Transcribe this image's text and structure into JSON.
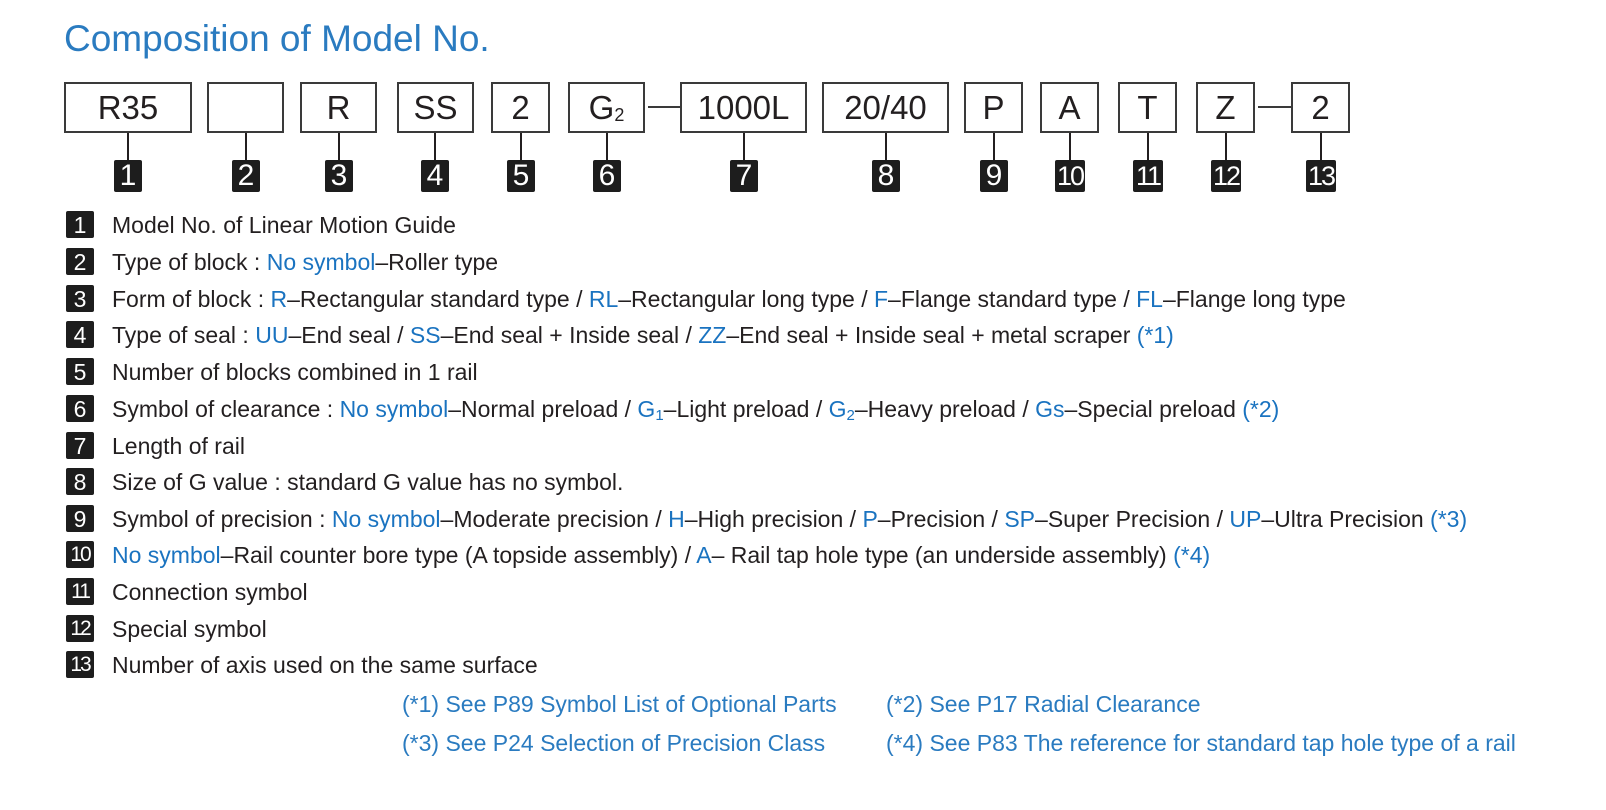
{
  "title": "Composition of Model No.",
  "codes": [
    "R35",
    "",
    "R",
    "SS",
    "2",
    "G2",
    "1000L",
    "20/40",
    "P",
    "A",
    "T",
    "Z",
    "2"
  ],
  "badges": [
    "1",
    "2",
    "3",
    "4",
    "5",
    "6",
    "7",
    "8",
    "9",
    "10",
    "11",
    "12",
    "13"
  ],
  "descriptions": {
    "d1": {
      "a": "Model No. of Linear Motion Guide"
    },
    "d2": {
      "a": "Type of block : ",
      "b": "No symbol",
      "c": "–Roller type"
    },
    "d3": {
      "a": "Form of block : ",
      "b": "R",
      "c": "–Rectangular standard type / ",
      "d": "RL",
      "e": "–Rectangular long type / ",
      "f": "F",
      "g": "–Flange standard type / ",
      "h": "FL",
      "i": "–Flange long type"
    },
    "d4": {
      "a": "Type of seal : ",
      "b": "UU",
      "c": "–End seal / ",
      "d": "SS",
      "e": "–End seal + Inside seal / ",
      "f": "ZZ",
      "g": "–End seal + Inside seal + metal scraper ",
      "h": "(*1)"
    },
    "d5": {
      "a": "Number of blocks combined in 1 rail"
    },
    "d6": {
      "a": "Symbol of clearance : ",
      "b": "No symbol",
      "c": "–Normal preload / ",
      "d": "G",
      "d2": "1",
      "e": "–Light preload / ",
      "f": "G",
      "f2": "2",
      "g": "–Heavy preload / ",
      "h": "Gs",
      "i": "–Special preload ",
      "j": "(*2)"
    },
    "d7": {
      "a": "Length of rail"
    },
    "d8": {
      "a": "Size of G value : standard G value has no symbol."
    },
    "d9": {
      "a": "Symbol of precision : ",
      "b": "No symbol",
      "c": "–Moderate precision / ",
      "d": "H",
      "e": "–High precision / ",
      "f": "P",
      "g": "–Precision / ",
      "h": "SP",
      "i": "–Super Precision / ",
      "j": "UP",
      "k": "–Ultra Precision ",
      "l": "(*3)"
    },
    "d10": {
      "b": "No symbol",
      "c": "–Rail counter bore type (A topside assembly) / ",
      "d": "A",
      "e": "– Rail tap hole type (an underside assembly) ",
      "f": "(*4)"
    },
    "d11": {
      "a": "Connection symbol"
    },
    "d12": {
      "a": "Special symbol"
    },
    "d13": {
      "a": "Number of axis used on the same surface"
    }
  },
  "footnotes": {
    "f1": "(*1) See P89 Symbol List of Optional Parts",
    "f2": "(*2) See P17 Radial Clearance",
    "f3": "(*3) See P24 Selection of Precision Class",
    "f4": "(*4) See P83 The reference for standard tap hole type of a rail"
  },
  "colors": {
    "accent": "#2a7bc0",
    "link": "#1a73c0",
    "badge": "#1d1d1d"
  }
}
